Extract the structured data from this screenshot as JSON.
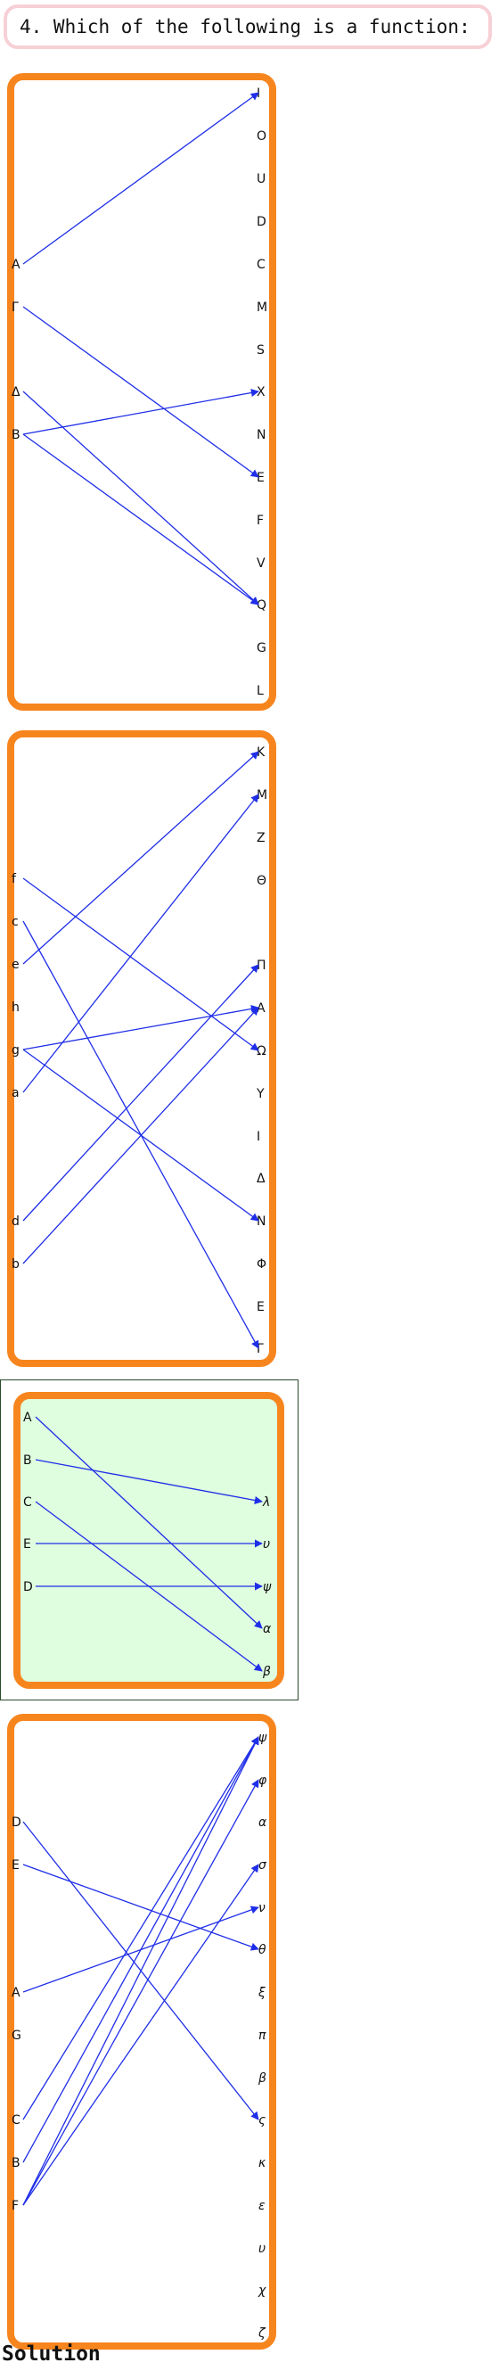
{
  "question": "4. Which of the following is a function:",
  "solution_label": "Solution",
  "colors": {
    "panel_border": "#f7851e",
    "arrow": "#1f2ee8",
    "highlight_fill": "#dffddf",
    "question_border": "#f7d0d6"
  },
  "diagrams": [
    {
      "id": "diagram-1",
      "highlighted": false,
      "italic_right": false,
      "left": [
        "A",
        "Γ",
        "Δ",
        "B"
      ],
      "right": [
        "I",
        "O",
        "U",
        "D",
        "C",
        "M",
        "S",
        "X",
        "N",
        "E",
        "F",
        "V",
        "Q",
        "G",
        "L"
      ],
      "edges": [
        [
          "A",
          "I"
        ],
        [
          "Γ",
          "E"
        ],
        [
          "Δ",
          "Q"
        ],
        [
          "B",
          "X"
        ],
        [
          "B",
          "Q"
        ]
      ]
    },
    {
      "id": "diagram-2",
      "highlighted": false,
      "italic_right": false,
      "left": [
        "f",
        "c",
        "e",
        "h",
        "g",
        "a",
        "d",
        "b"
      ],
      "right": [
        "K",
        "M",
        "Z",
        "Θ",
        "Π",
        "A",
        "Ω",
        "Y",
        "I",
        "Δ",
        "N",
        "Φ",
        "E",
        "Γ"
      ],
      "edges": [
        [
          "f",
          "Ω"
        ],
        [
          "c",
          "Γ"
        ],
        [
          "e",
          "K"
        ],
        [
          "g",
          "A"
        ],
        [
          "g",
          "N"
        ],
        [
          "a",
          "M"
        ],
        [
          "d",
          "Π"
        ],
        [
          "b",
          "A"
        ]
      ]
    },
    {
      "id": "diagram-3",
      "highlighted": true,
      "italic_right": true,
      "left": [
        "A",
        "B",
        "C",
        "E",
        "D"
      ],
      "right": [
        "λ",
        "υ",
        "ψ",
        "α",
        "β"
      ],
      "edges": [
        [
          "A",
          "α"
        ],
        [
          "B",
          "λ"
        ],
        [
          "C",
          "β"
        ],
        [
          "E",
          "υ"
        ],
        [
          "D",
          "ψ"
        ]
      ]
    },
    {
      "id": "diagram-4",
      "highlighted": false,
      "italic_right": true,
      "left": [
        "D",
        "E",
        "A",
        "G",
        "C",
        "B",
        "F"
      ],
      "right": [
        "ψ",
        "φ",
        "α",
        "σ",
        "ν",
        "θ",
        "ξ",
        "π",
        "β",
        "ς",
        "κ",
        "ε",
        "υ",
        "χ",
        "ζ"
      ],
      "edges": [
        [
          "D",
          "ς"
        ],
        [
          "E",
          "θ"
        ],
        [
          "A",
          "ν"
        ],
        [
          "C",
          "ψ"
        ],
        [
          "B",
          "ψ"
        ],
        [
          "F",
          "ψ"
        ],
        [
          "F",
          "φ"
        ],
        [
          "F",
          "σ"
        ]
      ]
    }
  ]
}
